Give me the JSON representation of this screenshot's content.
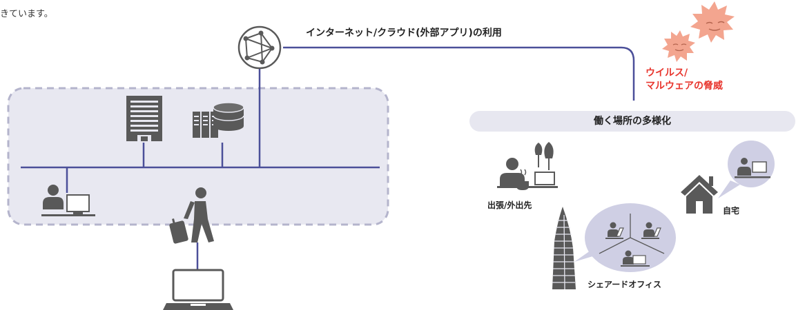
{
  "intro_text": "きています。",
  "internet_label": "インターネット/クラウド(外部アプリ)の利用",
  "threat": {
    "line1": "ウイルス/",
    "line2": "マルウェアの脅威"
  },
  "band_label": "働く場所の多様化",
  "locations": {
    "business_trip": "出張/外出先",
    "home": "自宅",
    "shared_office": "シェアードオフィス"
  },
  "colors": {
    "line": "#4b4f99",
    "office_area": "#e6e6f0",
    "office_border": "#b3b3cc",
    "icon_gray": "#595959",
    "threat_red": "#e8352d",
    "virus_orange": "#f3a58f",
    "bubble": "#cfcfe4"
  }
}
